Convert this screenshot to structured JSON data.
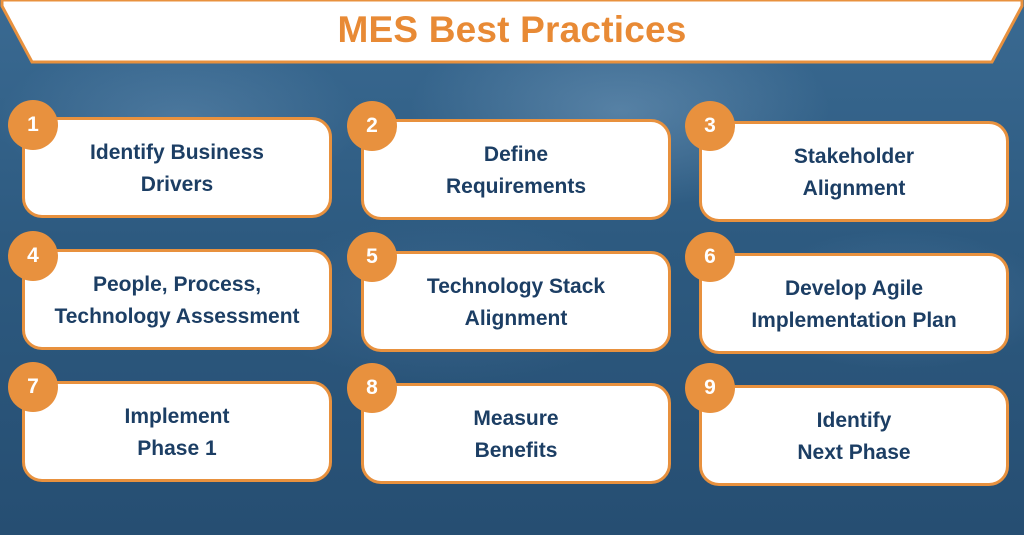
{
  "title": "MES Best Practices",
  "colors": {
    "accent": "#e8913e",
    "title_text": "#e88a35",
    "card_text": "#1c3e64",
    "background": "#2e5b80",
    "card_bg": "#ffffff"
  },
  "steps": [
    {
      "number": "1",
      "line1": "Identify Business",
      "line2": "Drivers"
    },
    {
      "number": "2",
      "line1": "Define",
      "line2": "Requirements"
    },
    {
      "number": "3",
      "line1": "Stakeholder",
      "line2": "Alignment"
    },
    {
      "number": "4",
      "line1": "People, Process,",
      "line2": "Technology Assessment"
    },
    {
      "number": "5",
      "line1": "Technology Stack",
      "line2": "Alignment"
    },
    {
      "number": "6",
      "line1": "Develop Agile",
      "line2": "Implementation Plan"
    },
    {
      "number": "7",
      "line1": "Implement",
      "line2": "Phase 1"
    },
    {
      "number": "8",
      "line1": "Measure",
      "line2": "Benefits"
    },
    {
      "number": "9",
      "line1": "Identify",
      "line2": "Next Phase"
    }
  ]
}
